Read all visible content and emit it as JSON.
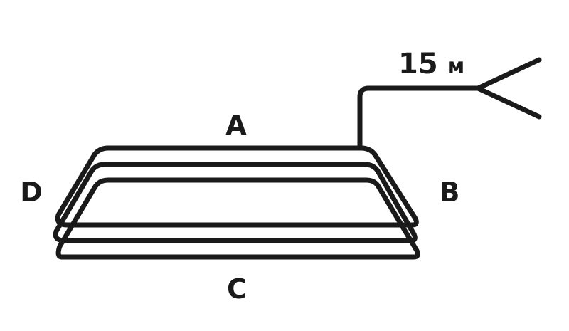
{
  "colors": {
    "line": "#1a1a1a",
    "text": "#1a1a1a",
    "background": "#ffffff"
  },
  "labels": {
    "side_a": "A",
    "side_b": "B",
    "side_c": "C",
    "side_d": "D"
  },
  "distance": {
    "value": "15",
    "unit": "м"
  }
}
